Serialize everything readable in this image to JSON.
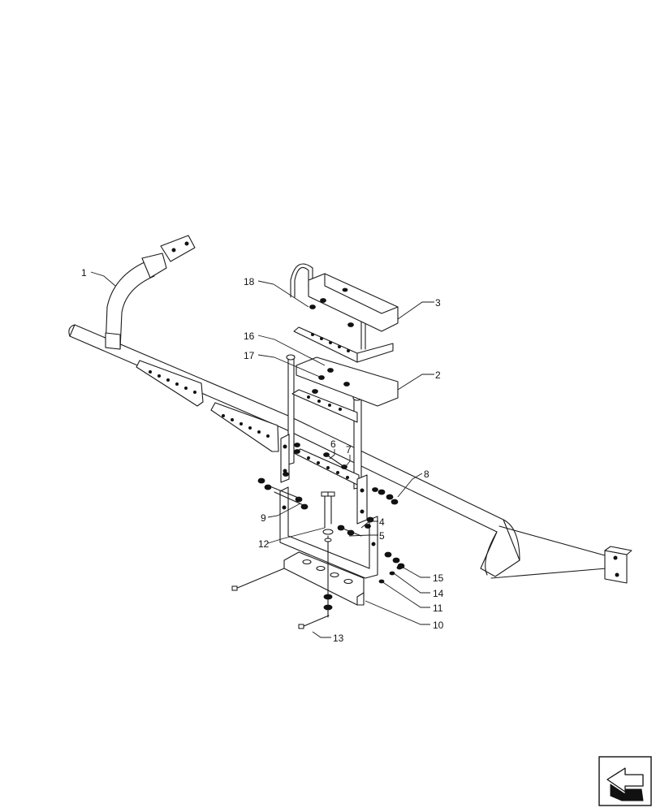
{
  "callouts": [
    {
      "id": "1",
      "label": "1"
    },
    {
      "id": "2",
      "label": "2"
    },
    {
      "id": "3",
      "label": "3"
    },
    {
      "id": "4",
      "label": "4"
    },
    {
      "id": "5",
      "label": "5"
    },
    {
      "id": "6",
      "label": "6"
    },
    {
      "id": "7",
      "label": "7"
    },
    {
      "id": "8",
      "label": "8"
    },
    {
      "id": "9",
      "label": "9"
    },
    {
      "id": "10",
      "label": "10"
    },
    {
      "id": "11",
      "label": "11"
    },
    {
      "id": "12",
      "label": "12"
    },
    {
      "id": "13",
      "label": "13"
    },
    {
      "id": "14",
      "label": "14"
    },
    {
      "id": "15",
      "label": "15"
    },
    {
      "id": "16",
      "label": "16"
    },
    {
      "id": "17",
      "label": "17"
    },
    {
      "id": "18",
      "label": "18"
    }
  ],
  "nav_icon": "return-arrow-icon"
}
